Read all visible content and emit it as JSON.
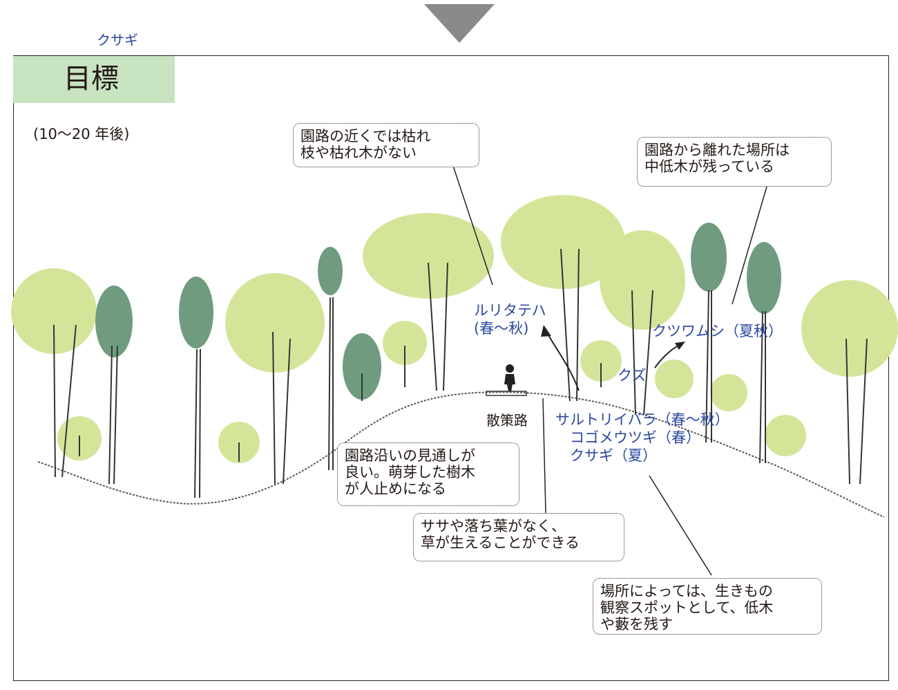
{
  "header": {
    "top_species_label": "クサギ",
    "goal_title": "目標",
    "period": "(10～20 年後)"
  },
  "callouts": {
    "near_path": "園路の近くでは枯れ\n枝や枯れ木がない",
    "far_from_path": "園路から離れた場所は\n中低木が残っている",
    "visibility": "園路沿いの見通しが\n良い。萌芽した樹木\nが人止めになる",
    "ground": "ササや落ち葉がなく、\n草が生えることができる",
    "observation": "場所によっては、生きもの\n観察スポットとして、低木\nや藪を残す"
  },
  "species": {
    "ruritateha": "ルリタテハ\n(春～秋)",
    "kutsuwamushi": "クツワムシ（夏秋）",
    "kuzu": "クズ",
    "shrubs": "サルトリイバラ（春～秋）\n　コゴメウツギ（春）\n　クサギ（夏）"
  },
  "path_label": "散策路",
  "colors": {
    "light_canopy": "#d4e59a",
    "dark_canopy": "#6f9c7e",
    "goal_band": "#c8e3c0",
    "species_text": "#2a47a0",
    "indicator": "#8a8a8d"
  }
}
